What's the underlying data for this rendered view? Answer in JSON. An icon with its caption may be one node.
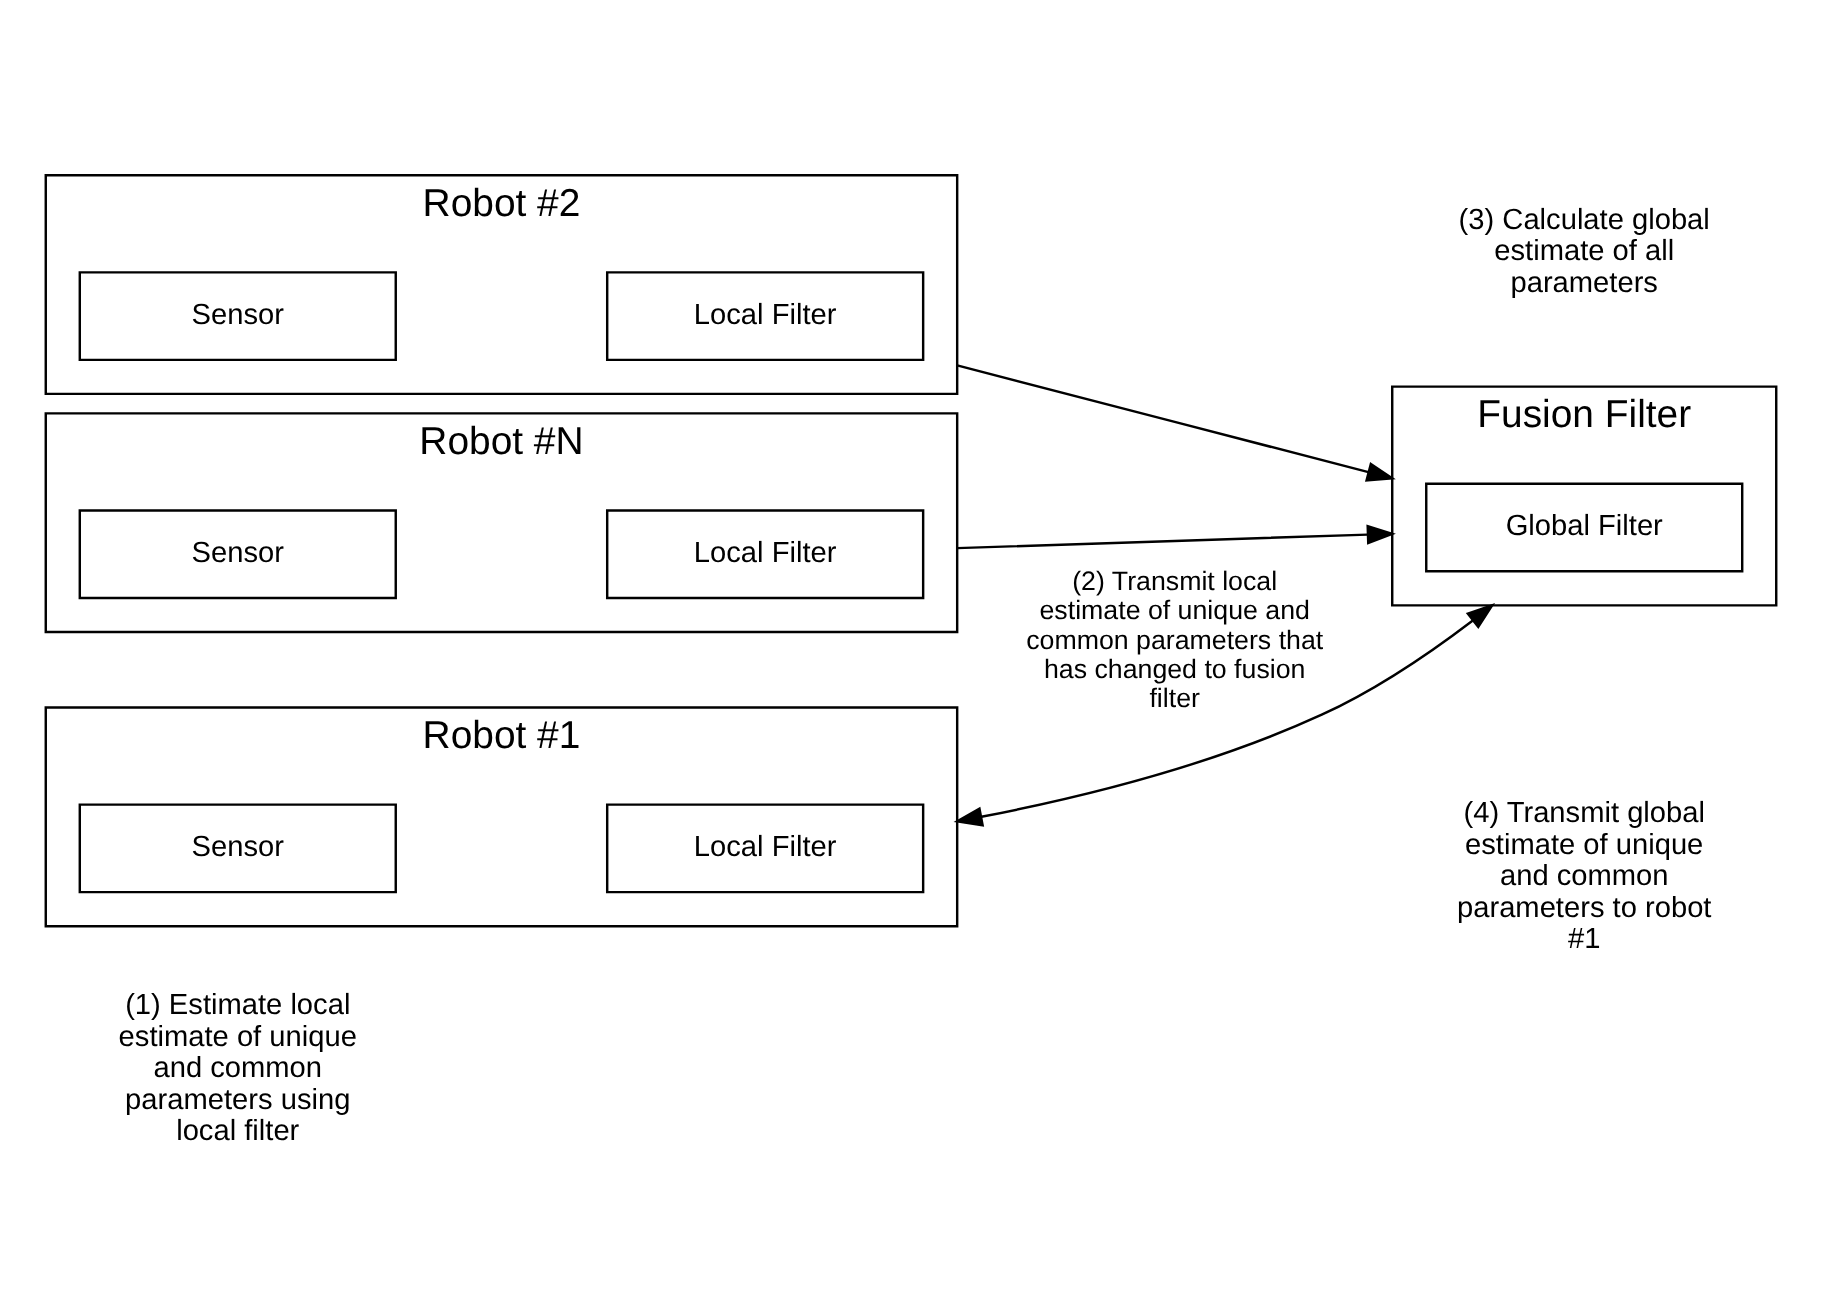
{
  "diagram": {
    "nodes": [
      {
        "text": [
          "Robot #1"
        ],
        "beside": [
          "(1) Estimate local estimate of unique and common parameters using local filter"
        ]
      },
      {
        "text": [
          "Sensor"
        ],
        "in": 0
      },
      {
        "text": [
          "Local Filter"
        ],
        "in": 0
      },
      {
        "text": [
          "Robot #2"
        ]
      },
      {
        "text": [
          "Sensor"
        ],
        "in": 3
      },
      {
        "text": [
          "Local Filter"
        ],
        "in": 3
      },
      {
        "text": [
          "Robot #N"
        ]
      },
      {
        "text": [
          "Sensor"
        ],
        "in": 6
      },
      {
        "text": [
          "Local Filter"
        ],
        "in": 6
      },
      {
        "text": [
          "Fusion Filter"
        ],
        "beside": [
          "(3) Calculate global estimate of all parameters"
        ]
      },
      {
        "text": [
          "Global Filter"
        ],
        "in": 9
      }
    ],
    "edges": [
      {
        "from": 0,
        "to": 9,
        "arrow": "both",
        "label": "(2) Transmit local estimate of unique and common parameters that has changed to fusion filter"
      },
      {
        "from": 3,
        "to": 9,
        "arrow": "to"
      },
      {
        "from": 6,
        "to": 9,
        "arrow": "to"
      }
    ],
    "labels": [
      "(4) Transmit global estimate of unique and common parameters to robot #1"
    ]
  }
}
